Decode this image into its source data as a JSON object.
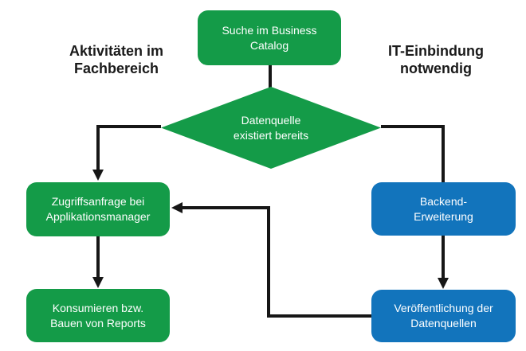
{
  "diagram": {
    "colors": {
      "green": "#149B48",
      "blue": "#1274BC",
      "line": "#161616",
      "node_text": "#ffffff",
      "label_text": "#1a1a1a",
      "background": "#ffffff"
    },
    "labels": {
      "left": "Aktivitäten im\nFachbereich",
      "right": "IT-Einbindung\nnotwendig"
    },
    "nodes": {
      "search": "Suche im Business\nCatalog",
      "decision": "Datenquelle\nexistiert bereits",
      "access_request": "Zugriffsanfrage bei\nApplikationsmanager",
      "consume": "Konsumieren bzw.\nBauen von Reports",
      "backend": "Backend-\nErweiterung",
      "publish": "Veröffentlichung der\nDatenquellen"
    }
  }
}
